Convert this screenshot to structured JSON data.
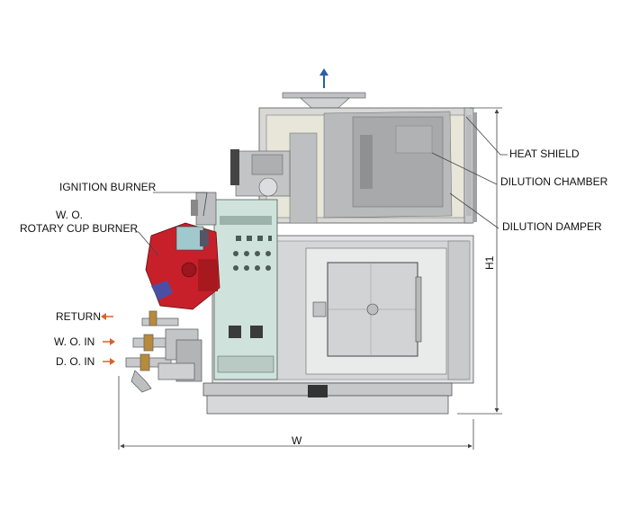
{
  "labels": {
    "heat_shield": "HEAT SHIELD",
    "dilution_chamber": "DILUTION CHAMBER",
    "dilution_damper": "DILUTION DAMPER",
    "ignition_burner": "IGNITION BURNER",
    "wo_line1": "W. O.",
    "wo_line2": "ROTARY CUP BURNER",
    "return": "RETURN",
    "wo_in": "W. O. IN",
    "do_in": "D. O. IN"
  },
  "dimensions": {
    "width": "W",
    "height": "H1"
  },
  "colors": {
    "arrow_orange": "#d9622b",
    "exhaust_arrow": "#2a5db0",
    "panel_green": "#cfe3dc",
    "burner_red": "#c8202a",
    "steel": "#c4c6c8"
  }
}
